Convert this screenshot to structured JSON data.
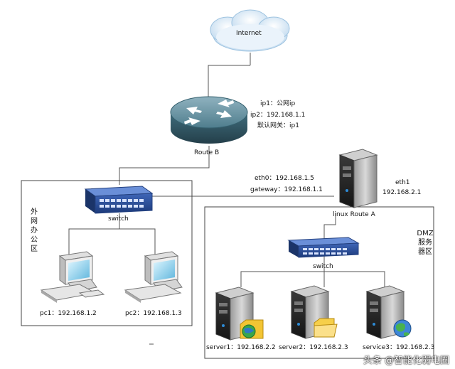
{
  "internet": {
    "label": "Internet"
  },
  "router": {
    "label": "Route B",
    "ip1": "ip1：公网ip",
    "ip2": "ip2：192.168.1.1",
    "gateway": "默认网关：ip1"
  },
  "linux_router": {
    "label": "linux Route A",
    "eth0": "eth0：192.168.1.5",
    "gateway": "gateway：192.168.1.1",
    "eth1_name": "eth1",
    "eth1_ip": "192.168.2.1"
  },
  "external_zone": {
    "label": "外网办公区",
    "switch": "switch",
    "pc1": "pc1：192.168.1.2",
    "pc2": "pc2：192.168.1.3"
  },
  "dmz_zone": {
    "label": "DMZ服务器区",
    "switch": "switch",
    "server1": "server1：192.168.2.2",
    "server2": "server2：192.168.2.3",
    "server3": "service3：192.168.2.3"
  },
  "watermark": "头条 @智能化弱电圈"
}
